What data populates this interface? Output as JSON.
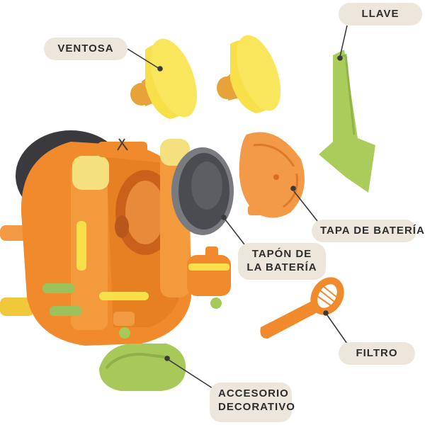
{
  "labels": {
    "ventosa": "VENTOSA",
    "llave": "LLAVE",
    "tapa_bateria": "TAPA DE BATERÍA",
    "tapon_bateria": "TAPÓN DE LA BATERÍA",
    "filtro": "FILTRO",
    "accesorio_decorativo": "ACCESORIO DECORATIVO"
  },
  "colors": {
    "orange": "#f08a2c",
    "orange_dark": "#d9701a",
    "yellow": "#f7e04a",
    "green": "#a9cc5a",
    "cap_gray": "#4a4c52",
    "label_bg": "#ece6dd",
    "leader": "#3a3a3a"
  }
}
